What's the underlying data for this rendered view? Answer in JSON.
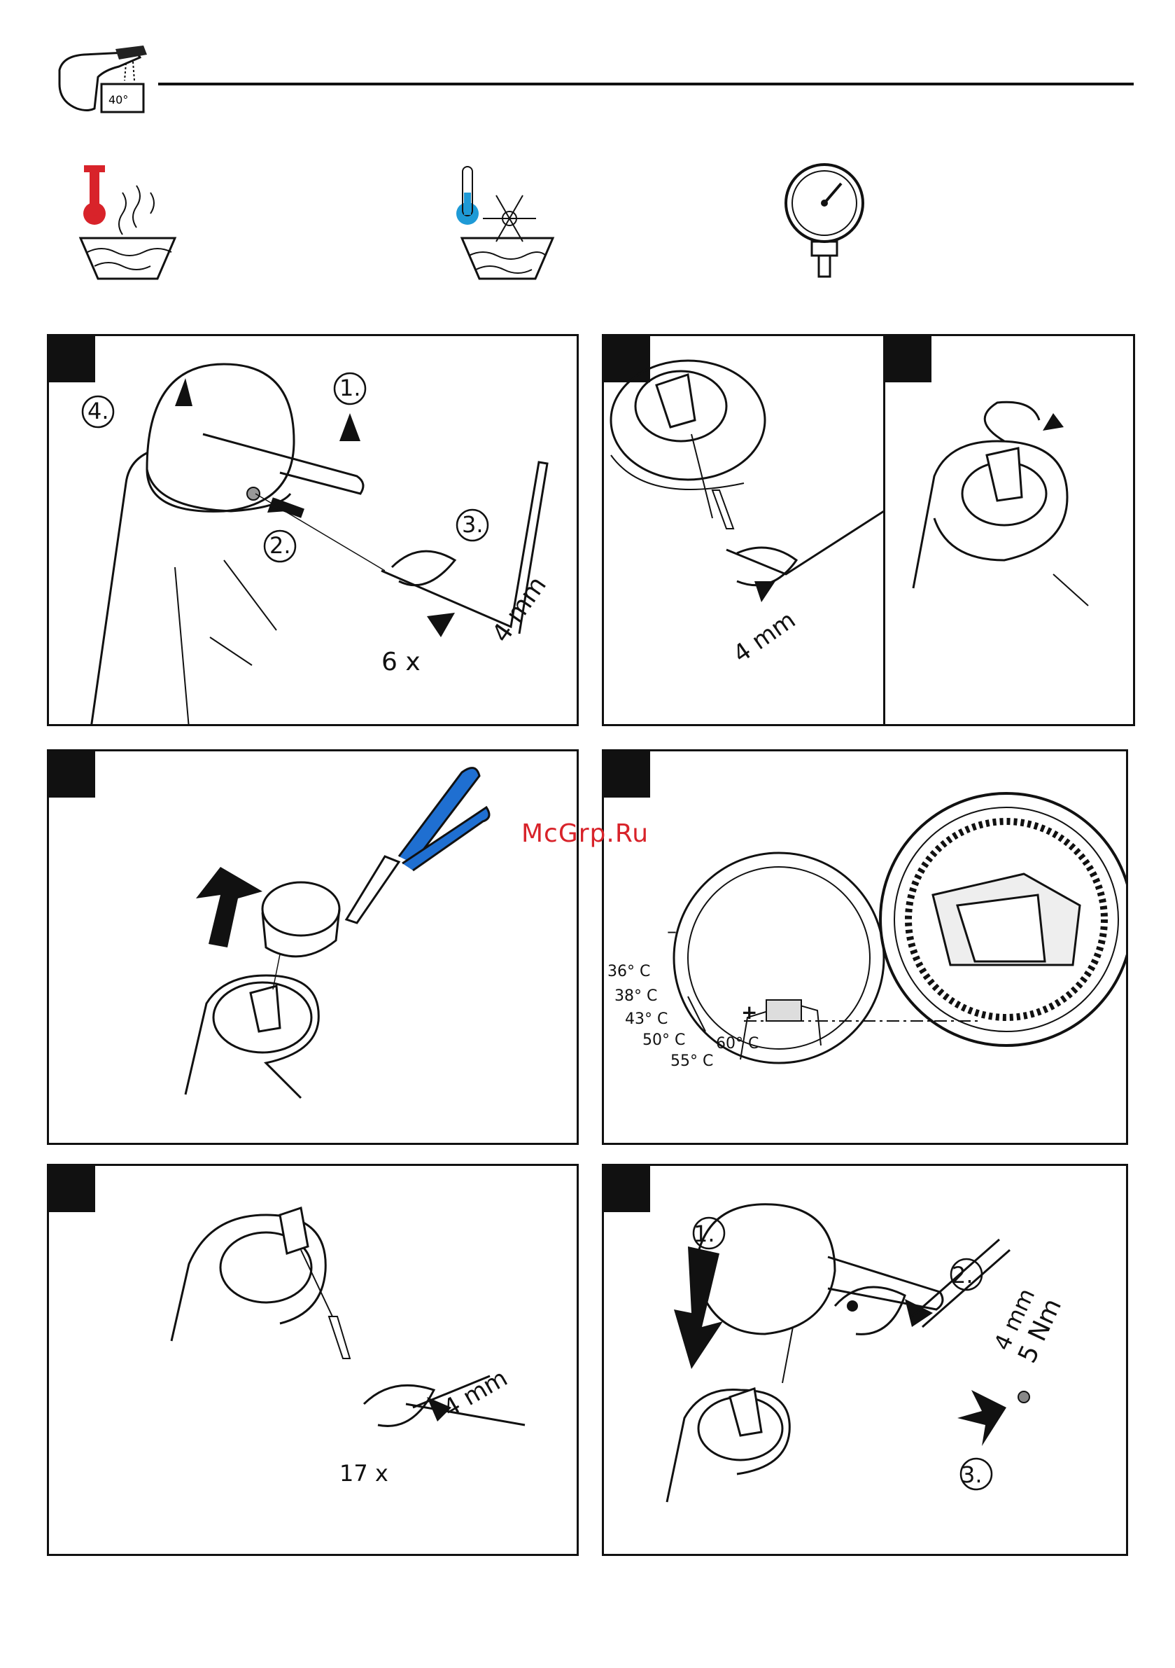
{
  "header": {
    "thermometer_display": "40°"
  },
  "panel1": {
    "step1": "1.",
    "step2": "2.",
    "step3": "3.",
    "step4": "4.",
    "tool_size": "4 mm",
    "turns": "6 x"
  },
  "panel2": {
    "tool_size": "4 mm"
  },
  "panel5": {
    "temps": [
      "36° C",
      "38° C",
      "43° C",
      "50° C",
      "55° C",
      "60° C"
    ],
    "minus_sign": "–",
    "plus_sign": "+"
  },
  "panel6": {
    "tool_size": "4 mm",
    "turns": "17 x"
  },
  "panel7": {
    "step1": "1.",
    "step2": "2.",
    "step3": "3.",
    "tool_size": "4 mm",
    "torque": "5 Nm"
  },
  "watermark": "McGrp.Ru",
  "colors": {
    "hot": "#d8232a",
    "cold": "#1e9ad6",
    "pliers": "#1f6fd1",
    "ink": "#111111"
  }
}
